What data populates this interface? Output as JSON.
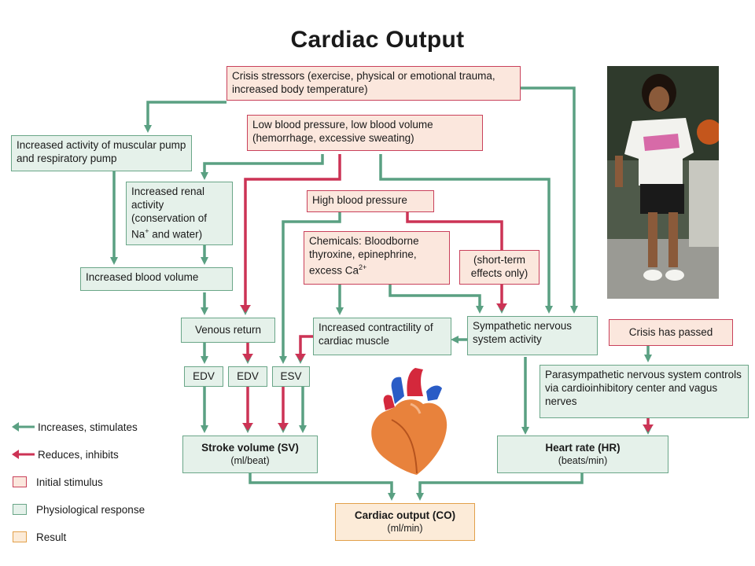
{
  "title": "Cardiac Output",
  "nodes": {
    "crisis_stressors": "Crisis stressors (exercise, physical or emotional trauma, increased body temperature)",
    "low_bp": "Low blood pressure, low blood volume (hemorrhage, excessive sweating)",
    "muscular_pump": "Increased activity of muscular pump and respiratory pump",
    "renal_line1": "Increased renal activity (conservation of",
    "renal_na": "Na",
    "renal_plus": "+",
    "renal_line2": " and water)",
    "high_bp": "High blood pressure",
    "chemicals_line1": "Chemicals: Bloodborne thyroxine, epinephrine, excess Ca",
    "chemicals_sup": "2+",
    "short_term": "(short-term effects only)",
    "blood_volume": "Increased blood volume",
    "venous_return": "Venous return",
    "contractility": "Increased contractility of cardiac muscle",
    "sympathetic": "Sympathetic nervous system activity",
    "crisis_passed": "Crisis has passed",
    "edv1": "EDV",
    "edv2": "EDV",
    "esv": "ESV",
    "parasympathetic": "Parasympathetic nervous system controls via cardioinhibitory center and vagus nerves",
    "stroke_volume": "Stroke volume (SV)",
    "stroke_volume_unit": "(ml/beat)",
    "heart_rate": "Heart rate (HR)",
    "heart_rate_unit": "(beats/min)",
    "cardiac_output": "Cardiac output (CO)",
    "cardiac_output_unit": "(ml/min)"
  },
  "legend": [
    {
      "label": "Increases, stimulates",
      "kind": "green-arrow"
    },
    {
      "label": "Reduces, inhibits",
      "kind": "red-arrow"
    },
    {
      "label": "Initial stimulus",
      "kind": "initial"
    },
    {
      "label": "Physiological response",
      "kind": "physio"
    },
    {
      "label": "Result",
      "kind": "result"
    }
  ],
  "colors": {
    "stimulate": "#5aa082",
    "inhibit": "#cc3355",
    "initial_fill": "#fbe7dd",
    "physio_fill": "#e5f1ea",
    "result_fill": "#fcebd8"
  }
}
